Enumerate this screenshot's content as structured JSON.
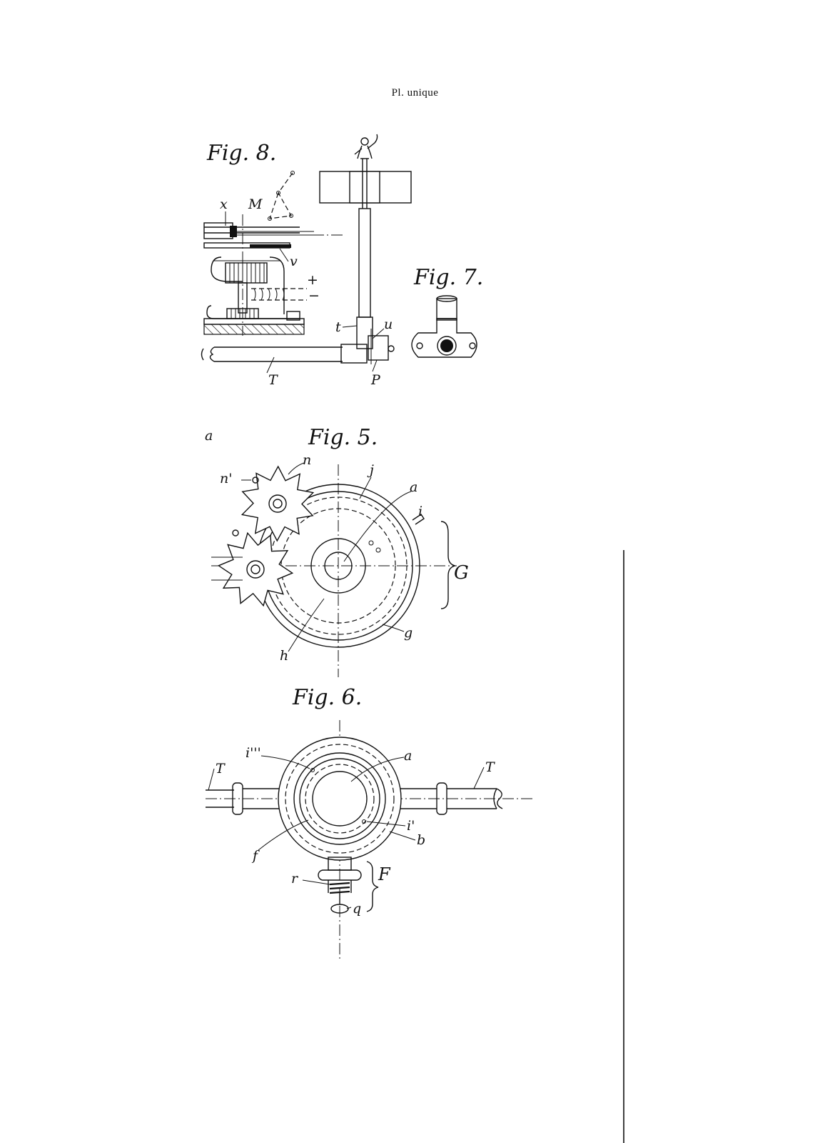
{
  "plate": {
    "title": "Pl. unique"
  },
  "figures": {
    "fig8": {
      "title": "Fig. 8.",
      "labels": {
        "x": "x",
        "M": "M",
        "v": "v",
        "t": "t",
        "u": "u",
        "T": "T",
        "P": "P",
        "plus": "+",
        "minus": "−"
      }
    },
    "fig7": {
      "title": "Fig. 7."
    },
    "fig5": {
      "title": "Fig. 5.",
      "labels": {
        "a_margin": "a",
        "n": "n",
        "n_prime": "n'",
        "j": "j",
        "a": "a",
        "i": "i",
        "G": "G",
        "g": "g",
        "h": "h"
      }
    },
    "fig6": {
      "title": "Fig. 6.",
      "labels": {
        "i_triple": "i'''",
        "T_left": "T",
        "T_right": "T",
        "a": "a",
        "i_prime": "i'",
        "b": "b",
        "f": "f",
        "F": "F",
        "r": "r",
        "q": "q"
      }
    }
  }
}
